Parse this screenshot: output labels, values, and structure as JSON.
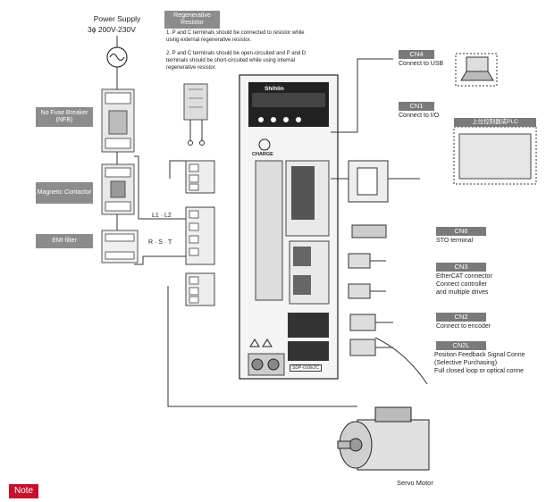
{
  "power_supply": {
    "title": "Power Supply",
    "spec": "3ϕ 200V-230V"
  },
  "regen_resistor": {
    "label": "Regenerative Resistor",
    "note1": "1. P and C terminals should be connected to resistor while using external regenerative resistor.",
    "note2": "2. P and C terminals should be open-circuited and P and D terminals should be short-circuited while using internal regenerative resistor."
  },
  "components": {
    "nfb": "No Fuse Breaker (NFB)",
    "contactor": "Magnetic Contactor",
    "emi": "EMI filter"
  },
  "wiring": {
    "l1l2": "L1 · L2",
    "rst": "R · S · T"
  },
  "drive": {
    "brand": "Shihlin",
    "charge": "CHARGE",
    "model": "SDP-010E2C"
  },
  "connectors": [
    {
      "id": "CN4",
      "desc": "Connect to USB"
    },
    {
      "id": "CN1",
      "desc": "Connect to I/O"
    },
    {
      "id": "CN6",
      "desc": "STO terminal"
    },
    {
      "id": "CN3",
      "desc": "EtherCAT connector\nConnect controller\nand multiple drives"
    },
    {
      "id": "CN2",
      "desc": "Connect to encoder"
    },
    {
      "id": "CN2L",
      "desc": "Position Feedback Signal Conne\n(Selective Purchasing)\nFull closed loop or optical conne"
    }
  ],
  "plc": {
    "label": "上位控制器或PLC"
  },
  "motor": {
    "label": "Servo Motor"
  },
  "note": "Note",
  "colors": {
    "tag_gray": "#8c8c8c",
    "note_red": "#c8102e"
  }
}
